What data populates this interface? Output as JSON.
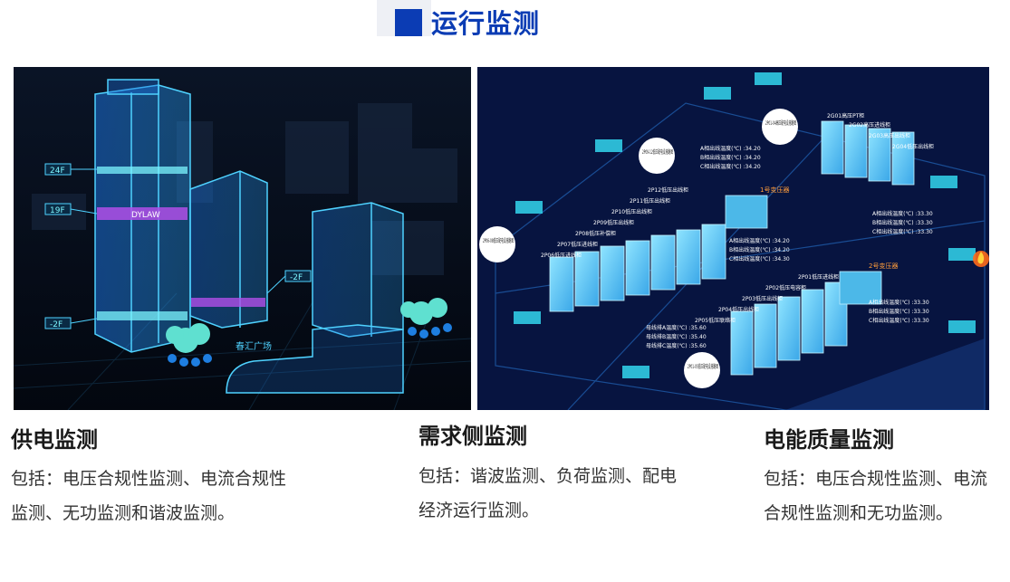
{
  "header": {
    "title": "运行监测",
    "accent_color": "#0b3cb4"
  },
  "panel1": {
    "floor_labels": [
      "24F",
      "19F",
      "-2F",
      "-2F"
    ],
    "logo_text": "DYLAW",
    "plaza_text": "春汇广场"
  },
  "panel2": {
    "room_bubbles": [
      "2P01-04高压配电设施路图",
      "2P09-12低压配电设施路图",
      "2P01-05低压配电设施路图",
      "2P06-08低压配电设施路图"
    ],
    "cabinet_labels_top": [
      "2G01高压PT柜",
      "2G02高压进线柜",
      "2G03高压出线柜",
      "2G04低压出线柜"
    ],
    "cabinet_labels_mid": [
      "2P12低压出线柜",
      "2P11低压出线柜",
      "2P10低压出线柜",
      "2P09低压出线柜",
      "2P08低压补偿柜",
      "2P07低压进线柜",
      "2P06低压进线柜"
    ],
    "cabinet_labels_low": [
      "2P01低压进线柜",
      "2P02低压电容柜",
      "2P03低压出线柜",
      "2P04低压出线柜",
      "2P05低压联络柜"
    ],
    "temps_a": [
      "A相出线温度(℃) :34.20",
      "B相出线温度(℃) :34.20",
      "C相出线温度(℃) :34.20"
    ],
    "temps_b": [
      "A相出线温度(℃) :34.20",
      "B相出线温度(℃) :34.20",
      "C相出线温度(℃) :34.30"
    ],
    "temps_c": [
      "A相出线温度(℃) :33.30",
      "B相出线温度(℃) :33.30",
      "C相出线温度(℃) :33.30"
    ],
    "temps_d": [
      "A相出线温度(℃) :33.30",
      "B相出线温度(℃) :33.30",
      "C相出线温度(℃) :33.30"
    ],
    "busbar_temps": [
      "母线排A温度(℃) :35.60",
      "母线排B温度(℃) :35.40",
      "母线排C温度(℃) :35.60"
    ],
    "transformer_labels": [
      "1号变压器",
      "2号变压器"
    ]
  },
  "sections": [
    {
      "title": "供电监测",
      "desc": "包括：电压合规性监测、电流合规性监测、无功监测和谐波监测。"
    },
    {
      "title": "需求侧监测",
      "desc": "包括：谐波监测、负荷监测、配电经济运行监测。"
    },
    {
      "title": "电能质量监测",
      "desc": "包括：电压合规性监测、电流合规性监测和无功监测。"
    }
  ]
}
